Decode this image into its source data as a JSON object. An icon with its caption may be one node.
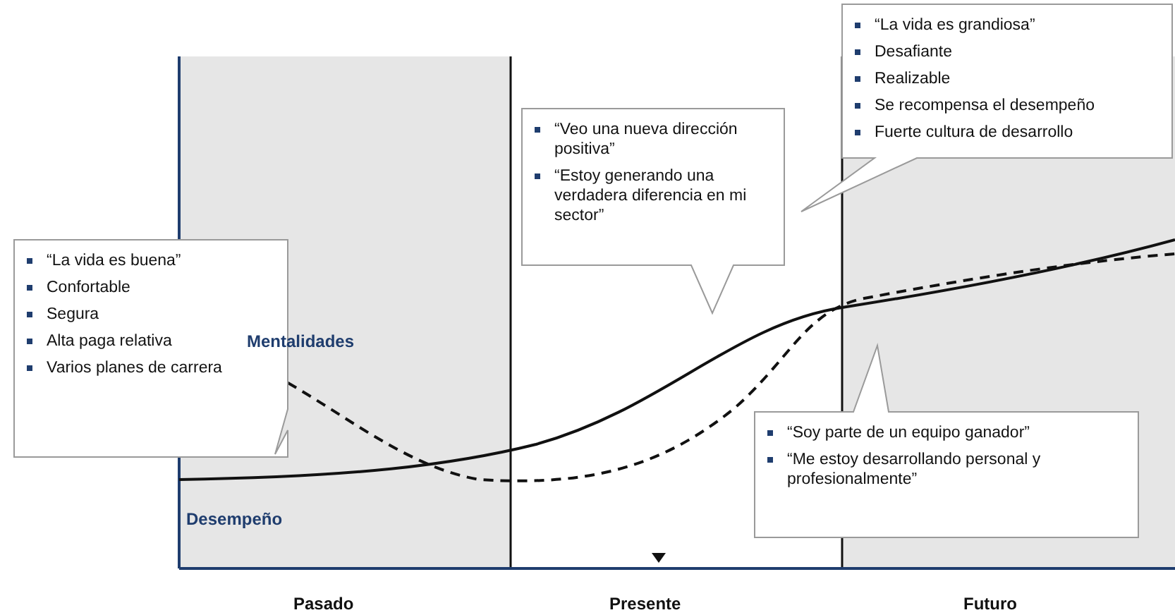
{
  "diagram": {
    "nodes": [
      {
        "text": [
          "“La vida es buena”",
          "Confortable",
          "Segura",
          "Alta paga relativa",
          "Varios planes de carrera"
        ]
      },
      {
        "text": [
          "“Veo una nueva dirección positiva”",
          "“Estoy generando una verdadera diferencia en mi sector”"
        ]
      },
      {
        "text": [
          "“La vida es grandiosa”",
          "Desafiante",
          "Realizable",
          "Se recompensa el desempeño",
          "Fuerte cultura de desarrollo"
        ]
      },
      {
        "text": [
          "“Soy parte de un equipo ganador”",
          "“Me estoy desarrollando personal y profesionalmente”"
        ]
      }
    ],
    "labels": [
      "Mentalidades",
      "Desempeño",
      "Pasado",
      "Presente",
      "Futuro"
    ]
  }
}
